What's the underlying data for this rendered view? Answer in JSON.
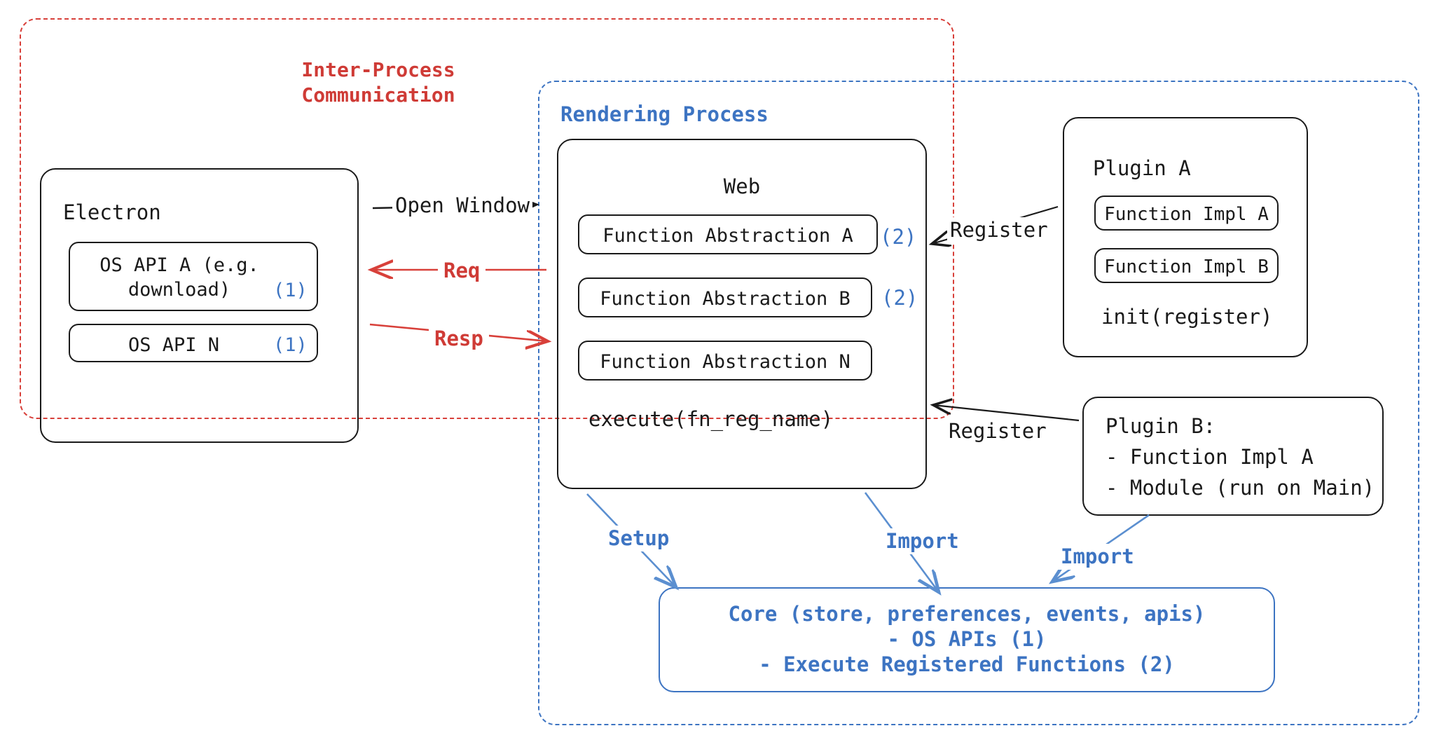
{
  "diagram": {
    "title": "Electron plugin architecture",
    "colors": {
      "ipc_red": "#d8403a",
      "process_blue": "#3d74c2",
      "node_black": "#1a1a1a"
    },
    "regions": {
      "ipc": {
        "label": "Inter-Process\nCommunication"
      },
      "rendering": {
        "label": "Rendering Process"
      }
    },
    "electron": {
      "title": "Electron",
      "apis": [
        {
          "label": "OS API A (e.g.\ndownload)",
          "marker": "(1)"
        },
        {
          "label": "OS API N",
          "marker": "(1)"
        }
      ]
    },
    "web": {
      "title": "Web",
      "abstractions": [
        {
          "label": "Function Abstraction A",
          "marker": "(2)"
        },
        {
          "label": "Function Abstraction B",
          "marker": "(2)"
        },
        {
          "label": "Function Abstraction N",
          "marker": ""
        }
      ],
      "footer": "execute(fn_reg_name)"
    },
    "plugin_a": {
      "title": "Plugin A",
      "items": [
        "Function Impl A",
        "Function Impl B"
      ],
      "footer": "init(register)"
    },
    "plugin_b": {
      "title": "Plugin B:",
      "lines": [
        "- Function Impl A",
        "- Module (run on Main)"
      ]
    },
    "core": {
      "line1": "Core (store, preferences, events, apis)",
      "line2": "- OS APIs (1)",
      "line3": "- Execute Registered Functions (2)"
    },
    "edges": {
      "open_window": "Open Window",
      "req": "Req",
      "resp": "Resp",
      "register_a": "Register",
      "register_b": "Register",
      "setup": "Setup",
      "import_web": "Import",
      "import_plugin": "Import"
    }
  }
}
